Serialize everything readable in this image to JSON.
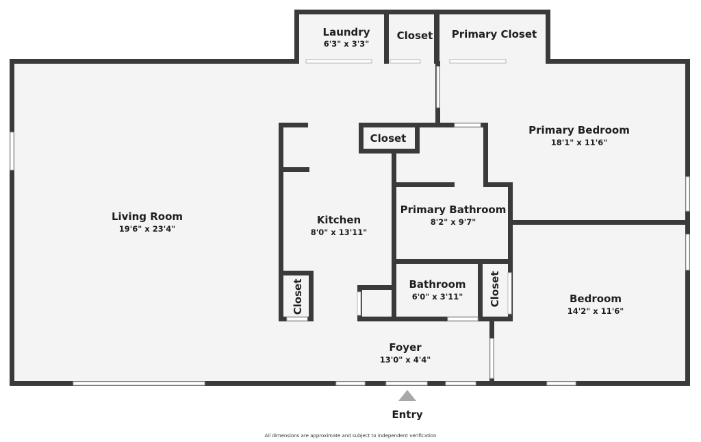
{
  "colors": {
    "wall": "#3a3a3a",
    "floor": "#f4f4f4",
    "window": "#ffffff",
    "entry_marker": "#a8a8a8"
  },
  "rooms": {
    "laundry": {
      "name": "Laundry",
      "dims": "6'3\" x 3'3\""
    },
    "closet_top": {
      "name": "Closet"
    },
    "primary_closet": {
      "name": "Primary Closet"
    },
    "living_room": {
      "name": "Living Room",
      "dims": "19'6\" x 23'4\""
    },
    "kitchen": {
      "name": "Kitchen",
      "dims": "8'0\" x 13'11\""
    },
    "closet_center": {
      "name": "Closet"
    },
    "primary_bedroom": {
      "name": "Primary Bedroom",
      "dims": "18'1\" x 11'6\""
    },
    "primary_bathroom": {
      "name": "Primary Bathroom",
      "dims": "8'2\" x 9'7\""
    },
    "bathroom": {
      "name": "Bathroom",
      "dims": "6'0\" x 3'11\""
    },
    "closet_kitchen": {
      "name": "Closet"
    },
    "closet_bath": {
      "name": "Closet"
    },
    "bedroom": {
      "name": "Bedroom",
      "dims": "14'2\" x 11'6\""
    },
    "foyer": {
      "name": "Foyer",
      "dims": "13'0\" x 4'4\""
    }
  },
  "entry": {
    "label": "Entry"
  },
  "disclaimer": "All dimensions are approximate and subject to independent verification"
}
